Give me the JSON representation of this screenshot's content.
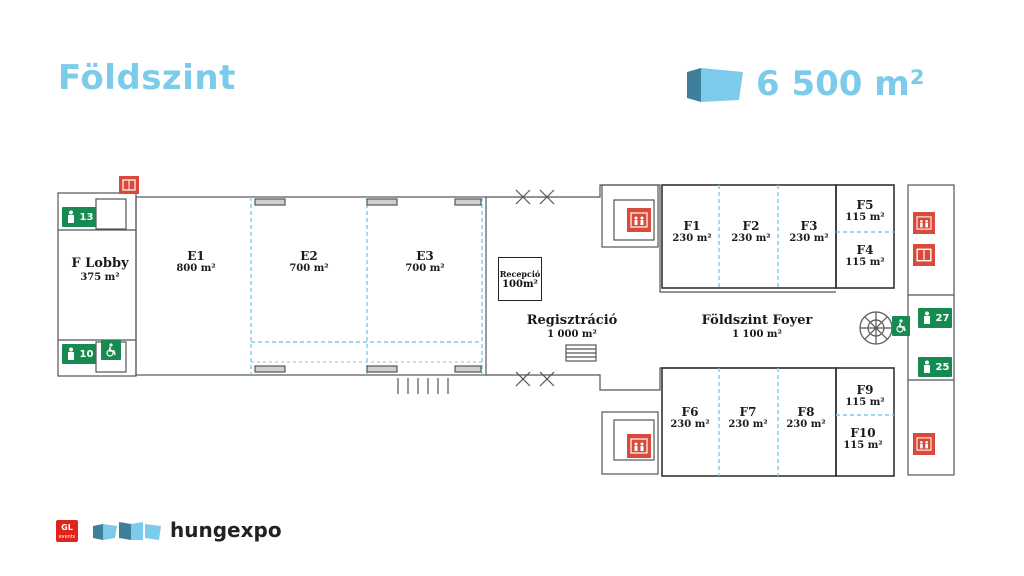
{
  "header": {
    "title": "Földszint",
    "total_area": "6 500 m²",
    "accent_color": "#7ccbea"
  },
  "rooms": {
    "f_lobby": {
      "name": "F Lobby",
      "area": "375 m²"
    },
    "e1": {
      "name": "E1",
      "area": "800 m²"
    },
    "e2": {
      "name": "E2",
      "area": "700 m²"
    },
    "e3": {
      "name": "E3",
      "area": "700 m²"
    },
    "recepcio": {
      "name": "Recepció",
      "area": "100m²"
    },
    "regisztracio": {
      "name": "Regisztráció",
      "area": "1 000 m²"
    },
    "foyer": {
      "name": "Földszint Foyer",
      "area": "1 100 m²"
    },
    "f1": {
      "name": "F1",
      "area": "230 m²"
    },
    "f2": {
      "name": "F2",
      "area": "230 m²"
    },
    "f3": {
      "name": "F3",
      "area": "230 m²"
    },
    "f4": {
      "name": "F4",
      "area": "115 m²"
    },
    "f5": {
      "name": "F5",
      "area": "115 m²"
    },
    "f6": {
      "name": "F6",
      "area": "230 m²"
    },
    "f7": {
      "name": "F7",
      "area": "230 m²"
    },
    "f8": {
      "name": "F8",
      "area": "230 m²"
    },
    "f9": {
      "name": "F9",
      "area": "115 m²"
    },
    "f10": {
      "name": "F10",
      "area": "115 m²"
    }
  },
  "badges": {
    "wc_13": "13",
    "wc_10": "10",
    "wc_27": "27",
    "wc_25": "25"
  },
  "icons": {
    "toilet": "toilet-icon",
    "accessible": "wheelchair-icon",
    "elevator": "elevator-icon",
    "status_colors": {
      "facility": "#178a52",
      "elevator": "#d94a3a"
    }
  },
  "footer": {
    "events_mark": "GL events",
    "brand": "hungexpo"
  }
}
